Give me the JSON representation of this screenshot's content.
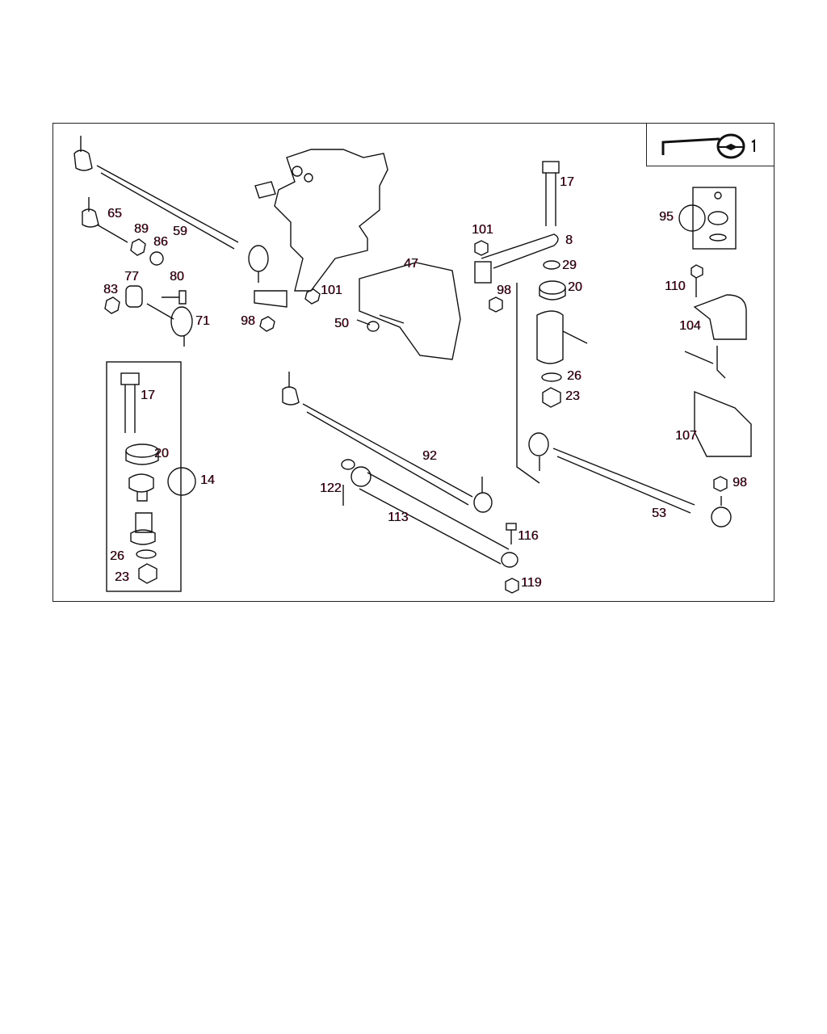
{
  "diagram": {
    "title_symbol": "steering-wheel-symbol",
    "colors": {
      "line": "#111111",
      "fringe": "#c0003a"
    },
    "labels": [
      "17",
      "101",
      "8",
      "29",
      "20",
      "98",
      "101",
      "47",
      "59",
      "65",
      "89",
      "86",
      "77",
      "80",
      "83",
      "71",
      "98",
      "50",
      "95",
      "110",
      "104",
      "107",
      "26",
      "23",
      "17",
      "20",
      "14",
      "26",
      "23",
      "92",
      "122",
      "113",
      "116",
      "119",
      "98",
      "53"
    ]
  }
}
